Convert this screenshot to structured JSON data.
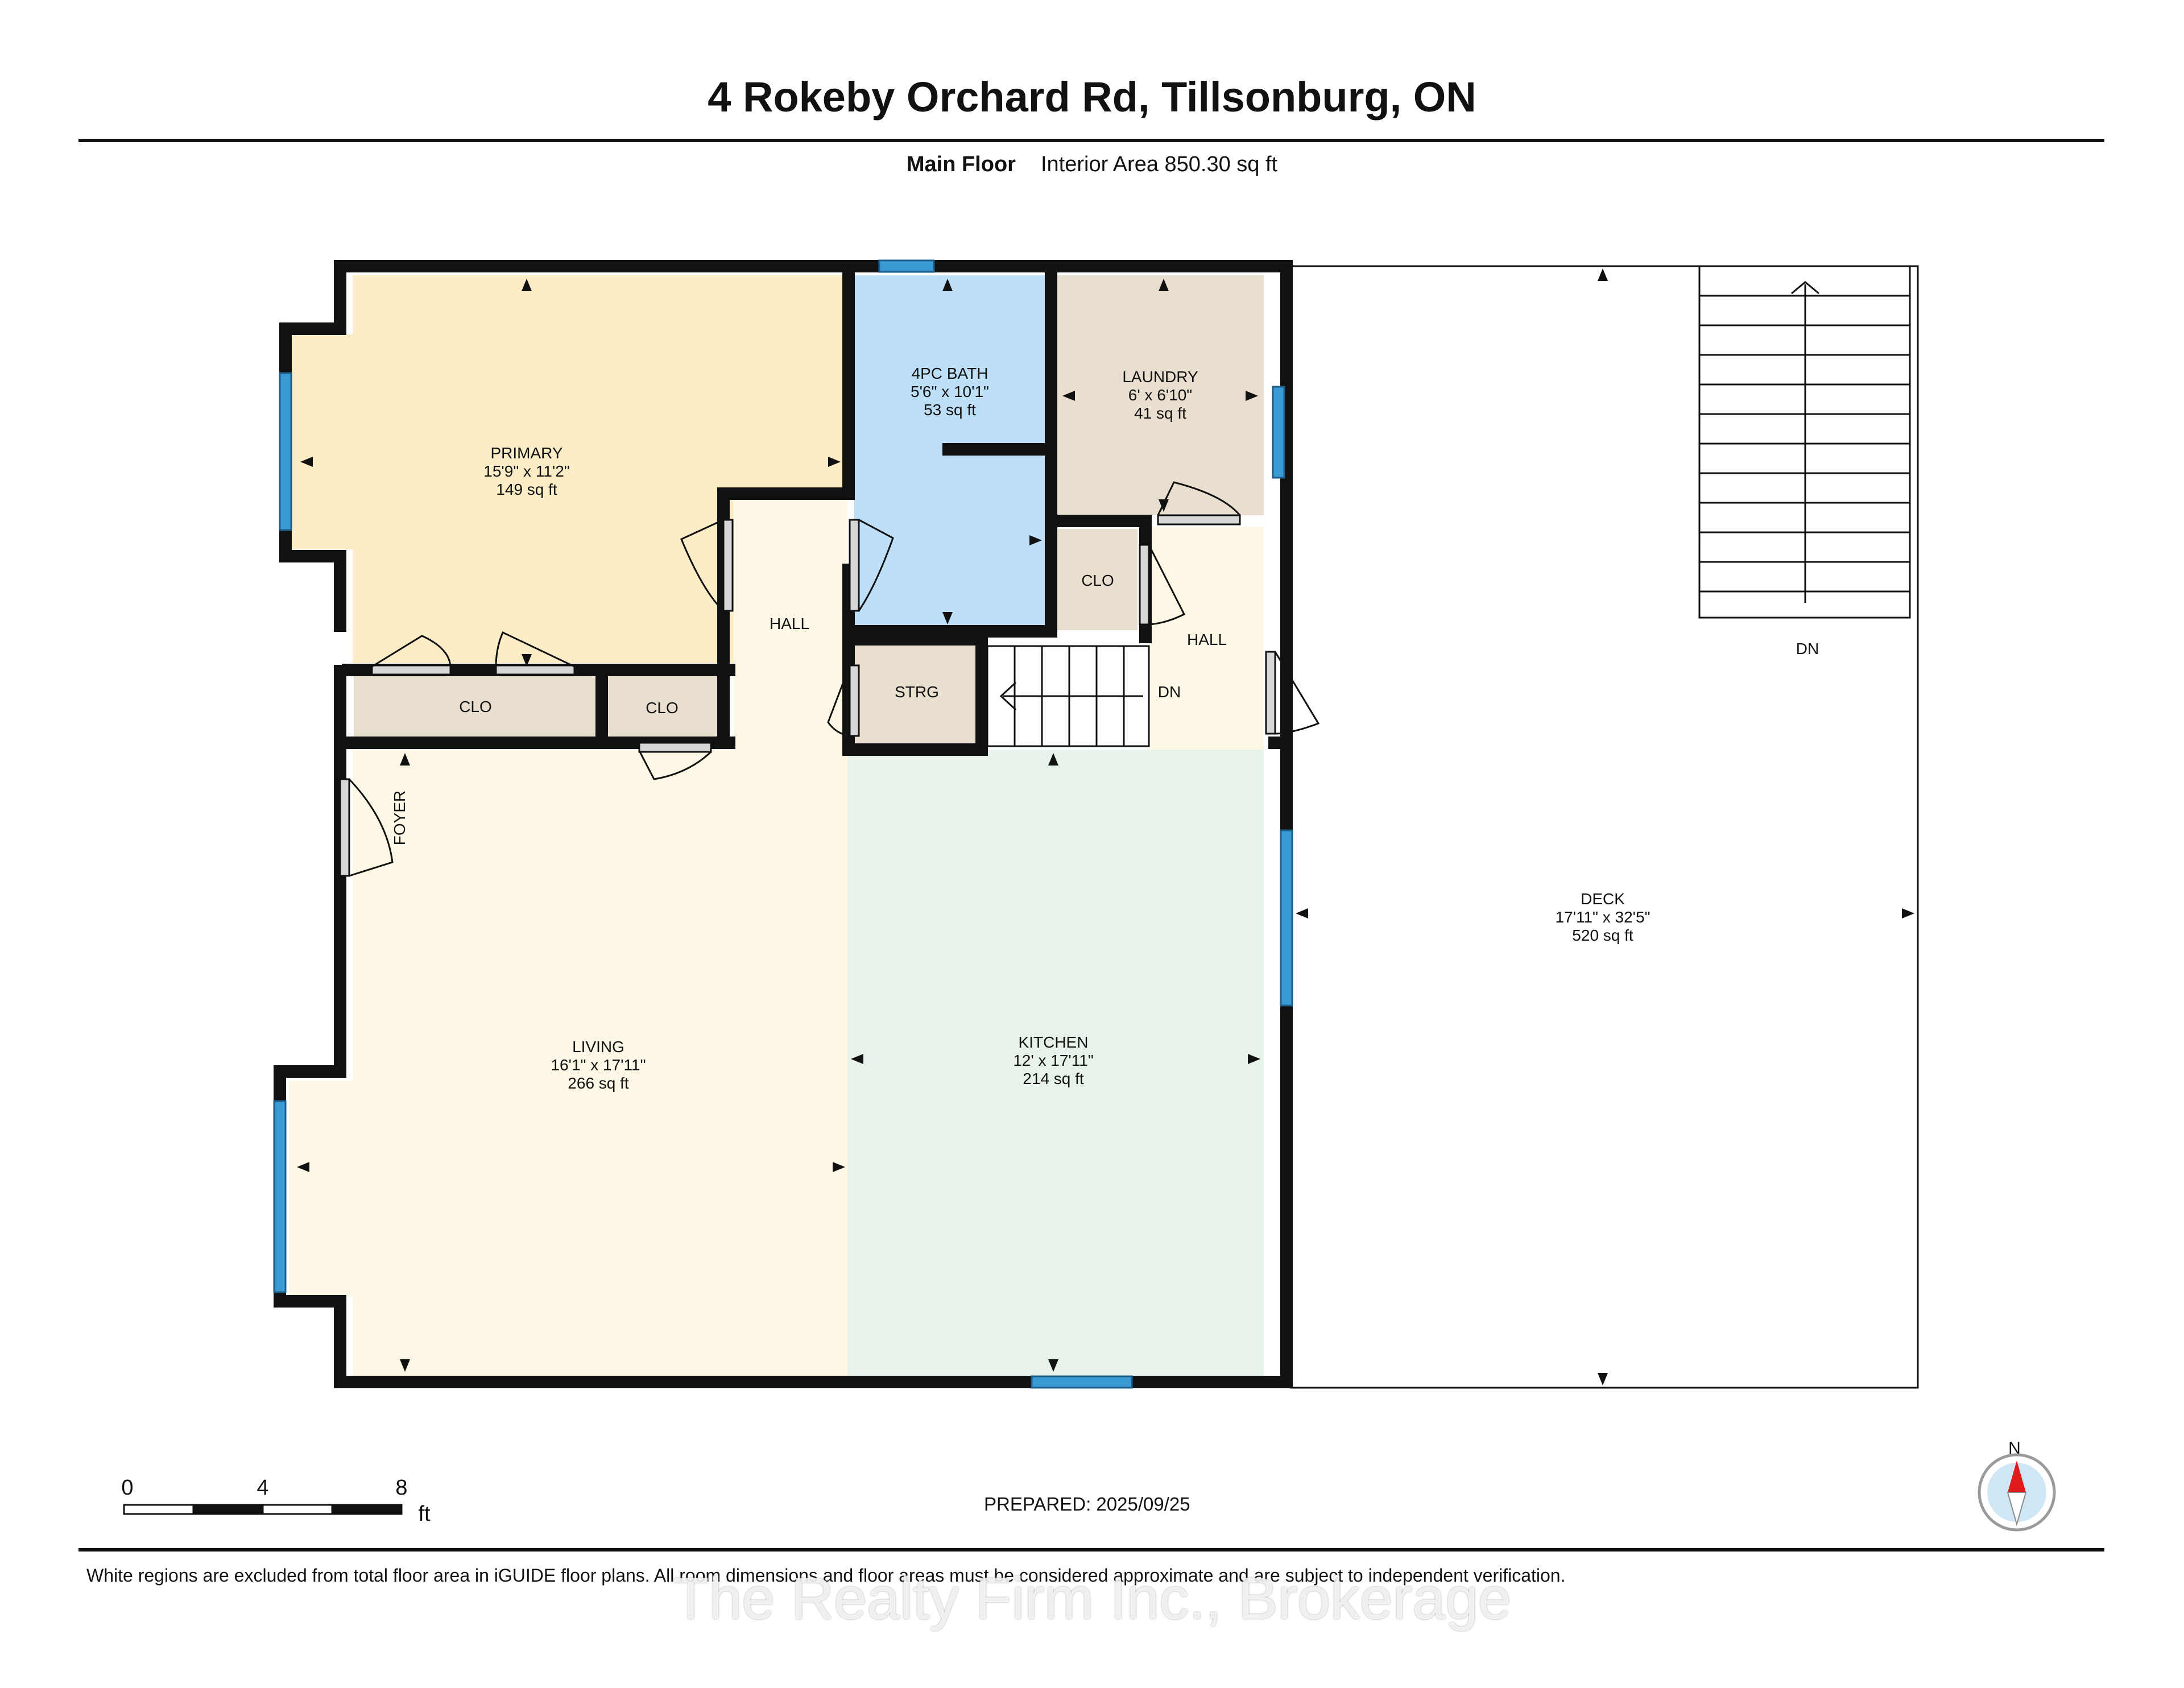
{
  "header": {
    "title": "4 Rokeby Orchard Rd, Tillsonburg, ON",
    "floor_name": "Main Floor",
    "interior_area": "Interior Area 850.30 sq ft"
  },
  "rooms": {
    "primary": {
      "name": "PRIMARY",
      "dims": "15'9\" x 11'2\"",
      "area": "149 sq ft"
    },
    "bath": {
      "name": "4PC BATH",
      "dims": "5'6\" x 10'1\"",
      "area": "53 sq ft"
    },
    "laundry": {
      "name": "LAUNDRY",
      "dims": "6' x 6'10\"",
      "area": "41 sq ft"
    },
    "living": {
      "name": "LIVING",
      "dims": "16'1\" x 17'11\"",
      "area": "266 sq ft"
    },
    "kitchen": {
      "name": "KITCHEN",
      "dims": "12' x 17'11\"",
      "area": "214 sq ft"
    },
    "deck": {
      "name": "DECK",
      "dims": "17'11\" x 32'5\"",
      "area": "520 sq ft"
    }
  },
  "labels": {
    "hall": "HALL",
    "clo": "CLO",
    "strg": "STRG",
    "foyer": "FOYER",
    "dn": "DN"
  },
  "scale": {
    "t0": "0",
    "t4": "4",
    "t8": "8",
    "unit": "ft"
  },
  "compass": {
    "north": "N"
  },
  "prepared": "PREPARED: 2025/09/25",
  "footer": "White regions are excluded from total floor area in iGUIDE floor plans. All room dimensions and floor areas must be considered approximate and are subject to independent verification.",
  "watermark": "The Realty Firm Inc., Brokerage",
  "colors": {
    "wall": "#111111",
    "window": "#3a9ad4",
    "primary": "#fcedc6",
    "bath": "#bde0f8",
    "laundry": "#e8dfcf",
    "living": "#fdf8e5",
    "kitchen": "#e7f3ea",
    "closet": "#e8dfcf",
    "hall": "#fdf8e5",
    "door": "#d7d7d7"
  }
}
